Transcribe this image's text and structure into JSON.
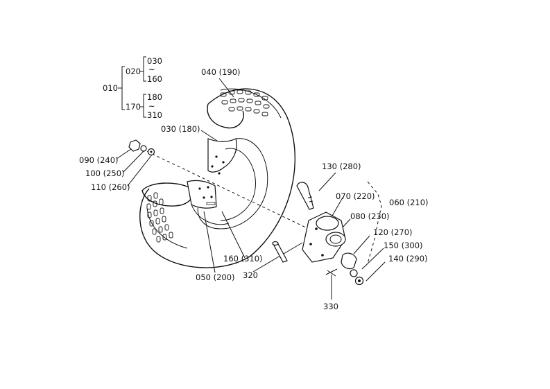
{
  "tree": {
    "root": "010",
    "g1": "020",
    "g1_top": "030",
    "g1_tilde": "~",
    "g1_bot": "160",
    "g2": "170",
    "g2_top": "180",
    "g2_tilde": "~",
    "g2_bot": "310"
  },
  "labels": {
    "p040": "040 (190)",
    "p030": "030 (180)",
    "p090": "090 (240)",
    "p100": "100 (250)",
    "p110": "110 (260)",
    "p130": "130 (280)",
    "p070": "070 (220)",
    "p060": "060 (210)",
    "p080": "080 (230)",
    "p120": "120 (270)",
    "p150": "150 (300)",
    "p140": "140 (290)",
    "p160": "160 (310)",
    "p050": "050 (200)",
    "p320": "320",
    "p330": "330"
  }
}
